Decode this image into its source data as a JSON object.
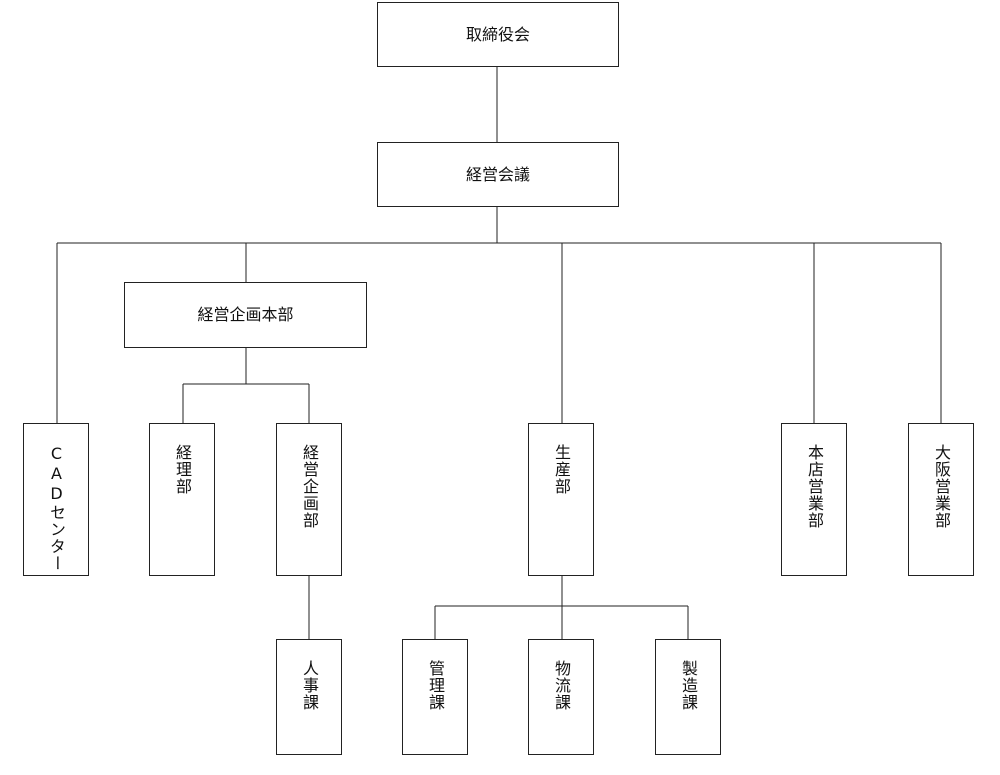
{
  "org": {
    "board": "取締役会",
    "meeting": "経営会議",
    "planning_hq": "経営企画本部",
    "cad": "CADセンター",
    "accounting": "経理部",
    "planning_dept": "経営企画部",
    "production": "生産部",
    "head_sales": "本店営業部",
    "osaka_sales": "大阪営業部",
    "hr": "人事課",
    "management": "管理課",
    "logistics": "物流課",
    "manufacturing": "製造課"
  }
}
